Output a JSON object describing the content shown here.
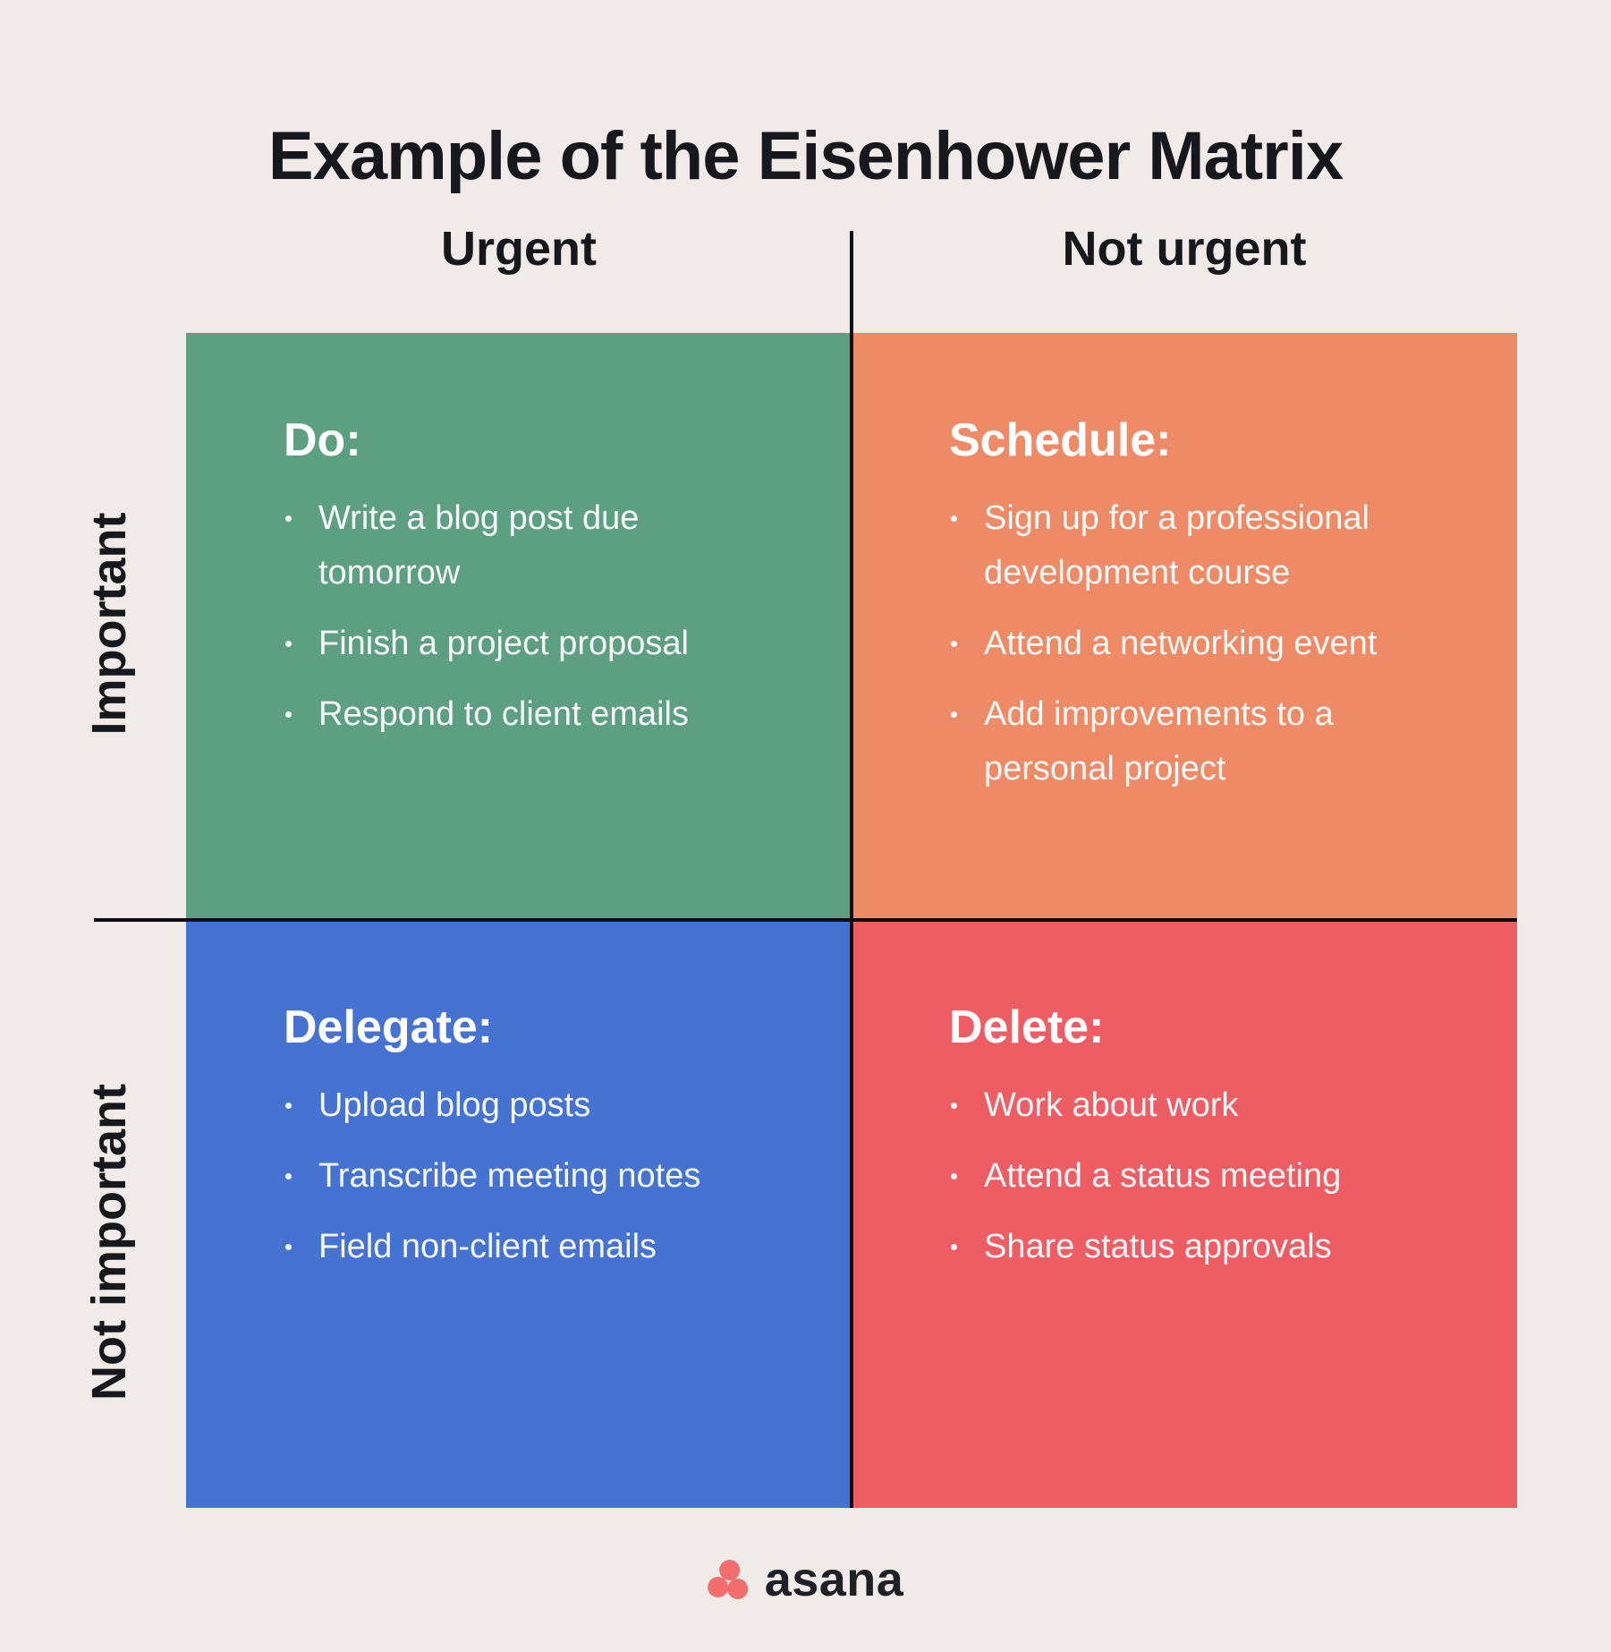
{
  "title": "Example of the Eisenhower Matrix",
  "axis_labels": {
    "column_left": "Urgent",
    "column_right": "Not urgent",
    "row_top": "Important",
    "row_bottom": "Not important"
  },
  "quadrants": {
    "do": {
      "heading": "Do:",
      "color": "#5C9F81",
      "items": [
        "Write a blog post due tomorrow",
        "Finish a project proposal",
        "Respond to client emails"
      ]
    },
    "schedule": {
      "heading": "Schedule:",
      "color": "#EE8A66",
      "items": [
        "Sign up for a professional development course",
        "Attend a networking event",
        "Add improvements to a personal project"
      ]
    },
    "delegate": {
      "heading": "Delegate:",
      "color": "#4673D2",
      "items": [
        "Upload blog posts",
        "Transcribe meeting notes",
        "Field non-client emails"
      ]
    },
    "delete": {
      "heading": "Delete:",
      "color": "#EF5D64",
      "items": [
        "Work about work",
        "Attend a status meeting",
        "Share status approvals"
      ]
    }
  },
  "footer": {
    "brand": "asana",
    "logo_dot_color": "#F26D6D",
    "brand_text_color": "#1E2025"
  },
  "colors": {
    "background": "#F0EBE9",
    "axis_line": "#0E0E12",
    "text": "#17181B"
  }
}
